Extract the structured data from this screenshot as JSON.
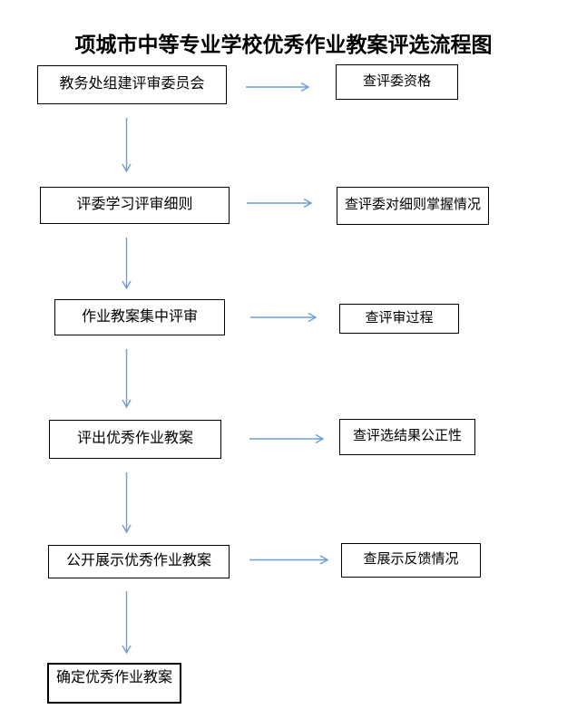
{
  "title": "项城市中等专业学校优秀作业教案评选流程图",
  "colors": {
    "background": "#FFFFFF",
    "box_fill": "#FFFFFF",
    "box_border": "#000000",
    "text": "#000000",
    "arrow": "#6C9ED9"
  },
  "flow": {
    "steps": [
      {
        "label": "教务处组建评审委员会",
        "check": "查评委资格"
      },
      {
        "label": "评委学习评审细则",
        "check": "查评委对细则掌握情况"
      },
      {
        "label": "作业教案集中评审",
        "check": "查评审过程"
      },
      {
        "label": "评出优秀作业教案",
        "check": "查评选结果公正性"
      },
      {
        "label": "公开展示优秀作业教案",
        "check": "查展示反馈情况"
      },
      {
        "label": "确定优秀作业教案",
        "check": null
      }
    ]
  }
}
